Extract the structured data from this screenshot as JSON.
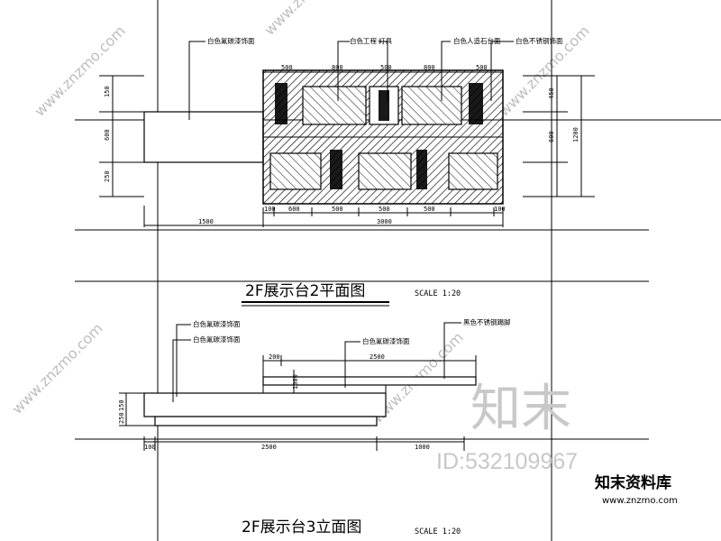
{
  "plan": {
    "title": "2F展示台2平面图",
    "scale": "SCALE 1:20",
    "callouts": [
      "白色氟碳漆饰面",
      "白色工程",
      "灯具",
      "白色人造石台面",
      "白色不锈钢饰面"
    ],
    "dims_top": [
      "500",
      "800",
      "500",
      "800",
      "500"
    ],
    "dims_bottom": [
      "100",
      "600",
      "500",
      "500",
      "500",
      "100"
    ],
    "dims_overall": [
      "1500",
      "3000"
    ],
    "dims_left": [
      "150",
      "600",
      "250"
    ],
    "dims_right": [
      "450",
      "600",
      "1200"
    ]
  },
  "elevation": {
    "title": "2F展示台3立面图",
    "scale": "SCALE 1:20",
    "callouts": [
      "白色氟碳漆饰面",
      "白色氟碳漆饰面",
      "白色氟碳漆饰面",
      "黑色不锈钢踢脚"
    ],
    "dims_top": [
      "200",
      "2500"
    ],
    "dims_bottom": [
      "100",
      "2500",
      "1000"
    ],
    "dims_left": [
      "150",
      "250"
    ],
    "dims_mid": [
      "1000"
    ]
  },
  "watermark": {
    "site": "www.znzmo.com",
    "brand": "知末",
    "id": "ID:532109967",
    "logo_text": "知末资料库",
    "logo_url": "www.znzmo.com"
  }
}
